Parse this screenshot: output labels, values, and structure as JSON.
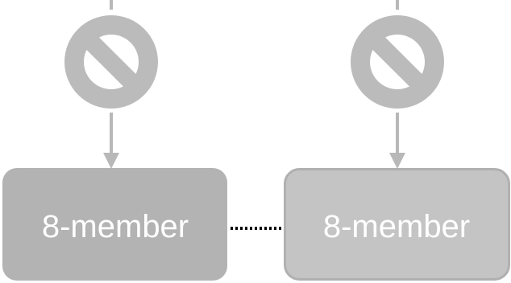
{
  "colors": {
    "background": "#ffffff",
    "arrow": "#b8b8b8",
    "prohibit_symbol": "#bbbbbb",
    "node_left_fill": "#b3b3b3",
    "node_right_fill": "#c4c4c4",
    "node_right_border": "#b0b0b0",
    "node_text": "#ffffff",
    "connector": "#000000"
  },
  "icons": {
    "left": "prohibited-icon",
    "right": "prohibited-icon"
  },
  "nodes": {
    "left": {
      "label": "8-member"
    },
    "right": {
      "label": "8-member"
    }
  },
  "connector": {
    "style": "dotted"
  }
}
